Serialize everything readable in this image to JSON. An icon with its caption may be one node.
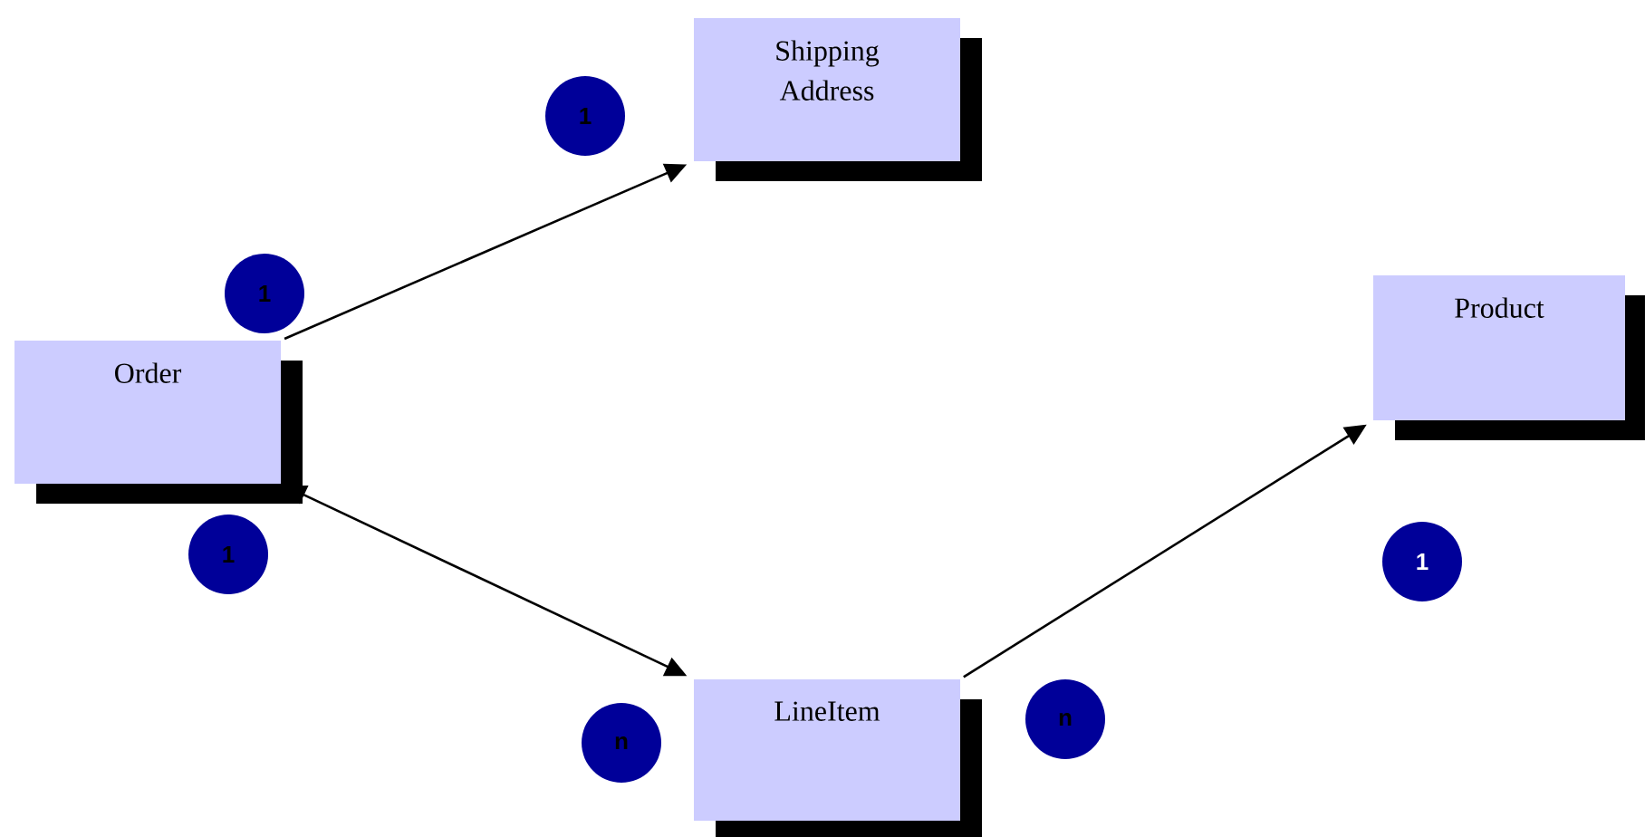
{
  "diagram": {
    "nodes": [
      {
        "text": [
          "Shipping Address"
        ]
      },
      {
        "text": [
          "Order"
        ]
      },
      {
        "text": [
          "Product"
        ]
      },
      {
        "text": [
          "LineItem"
        ]
      },
      {
        "text": [
          "1"
        ]
      },
      {
        "text": [
          "1"
        ]
      },
      {
        "text": [
          "1"
        ]
      },
      {
        "text": [
          "n"
        ]
      },
      {
        "text": [
          "n"
        ]
      },
      {
        "text": [
          "1"
        ]
      }
    ],
    "edges": [
      {
        "from": 1,
        "to": 0,
        "arrow": "to"
      },
      {
        "from": 1,
        "to": 3,
        "arrow": "both"
      },
      {
        "from": 3,
        "to": 2,
        "arrow": "to"
      }
    ]
  }
}
